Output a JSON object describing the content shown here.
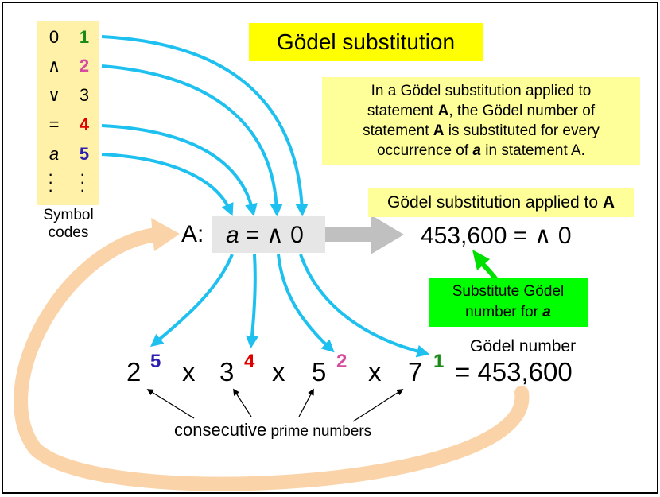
{
  "title": "Gödel substitution",
  "symbols": [
    {
      "symbol": "0",
      "code": "1",
      "color": "#1a8a1a"
    },
    {
      "symbol": "∧",
      "code": "2",
      "color": "#d64aa0"
    },
    {
      "symbol": "∨",
      "code": "3",
      "color": "#000000"
    },
    {
      "symbol": "=",
      "code": "4",
      "color": "#e00000"
    },
    {
      "symbol": "a",
      "code": "5",
      "color": "#2b1fb0"
    }
  ],
  "symbol_caption_line1": "Symbol",
  "symbol_caption_line2": "codes",
  "explanation": {
    "line1": "In a Gödel substitution applied to",
    "line2_pre": "statement ",
    "line2_bold": "A",
    "line2_post": ", the Gödel number of",
    "line3_pre": "statement ",
    "line3_bold": "A",
    "line3_post": " is substituted for every",
    "line4_pre": "occurrence of ",
    "line4_var": "a",
    "line4_post": " in statement A."
  },
  "applied_label_pre": "Gödel substitution applied to ",
  "applied_label_bold": "A",
  "statement_label": "A:",
  "statement_var": "a",
  "statement_rest": " = ∧ 0",
  "result": "453,600 = ∧ 0",
  "green_box_line1": "Substitute Gödel",
  "green_box_line2_pre": "number for ",
  "green_box_line2_var": "a",
  "godel_number_label": "Gödel number",
  "factors": [
    {
      "base": "2",
      "exp": "5",
      "color": "#2b1fb0"
    },
    {
      "base": "3",
      "exp": "4",
      "color": "#e00000"
    },
    {
      "base": "5",
      "exp": "2",
      "color": "#d64aa0"
    },
    {
      "base": "7",
      "exp": "1",
      "color": "#1a8a1a"
    }
  ],
  "times_sign": "x",
  "equals_total": "= 453,600",
  "primes_caption_big": "consecutive",
  "primes_caption_small": " prime numbers",
  "colors": {
    "blue_arrow": "#1ec0f0",
    "peach_arrow": "#fbd3a8",
    "gray_arrow": "#c0c0c0",
    "green_arrow": "#00e000",
    "title_bg": "#ffff00",
    "note_bg": "#ffff99",
    "symbol_bg": "#fff2a8",
    "green_box_bg": "#00ff00"
  }
}
